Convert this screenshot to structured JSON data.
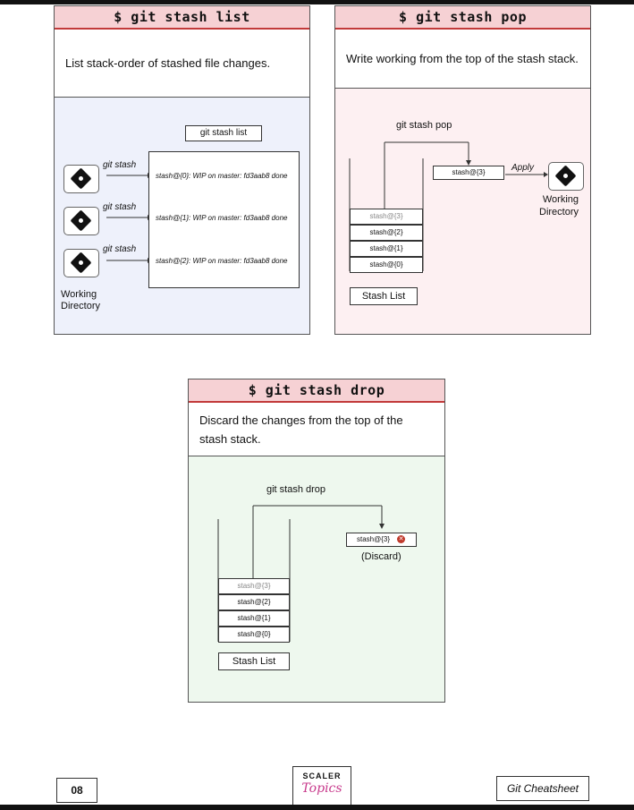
{
  "cards": {
    "list": {
      "title": "$ git stash list",
      "description": "List stack-order of stashed file changes.",
      "command_label": "git stash list",
      "stash_labels": [
        "git stash",
        "git stash",
        "git stash"
      ],
      "entries": [
        "stash@{0}: WIP on master: fd3aab8 done",
        "stash@{1}: WIP on master: fd3aab8 done",
        "stash@{2}: WIP on master: fd3aab8 done"
      ],
      "working_dir": "Working\nDirectory",
      "bg": "#eef1fb"
    },
    "pop": {
      "title": "$ git stash pop",
      "description": "Write working from the top of the stash stack.",
      "command_label": "git stash pop",
      "popped": "stash@{3}",
      "apply_label": "Apply",
      "working_dir": "Working\nDirectory",
      "stack": [
        "stash@{3}",
        "stash@{2}",
        "stash@{1}",
        "stash@{0}"
      ],
      "stack_label": "Stash List",
      "bg": "#fdf0f2"
    },
    "drop": {
      "title": "$ git stash drop",
      "description": "Discard the changes from the top of the stash stack.",
      "command_label": "git stash drop",
      "dropped": "stash@{3}",
      "discard_label": "(Discard)",
      "stack": [
        "stash@{3}",
        "stash@{2}",
        "stash@{1}",
        "stash@{0}"
      ],
      "stack_label": "Stash List",
      "bg": "#eef8ee"
    }
  },
  "footer": {
    "page_number": "08",
    "brand_top": "SCALER",
    "brand_bottom": "Topics",
    "doc_title": "Git Cheatsheet"
  },
  "colors": {
    "title_bg": "#f6d1d4",
    "title_rule": "#c23a3a",
    "discard_icon": "#c0392b"
  }
}
